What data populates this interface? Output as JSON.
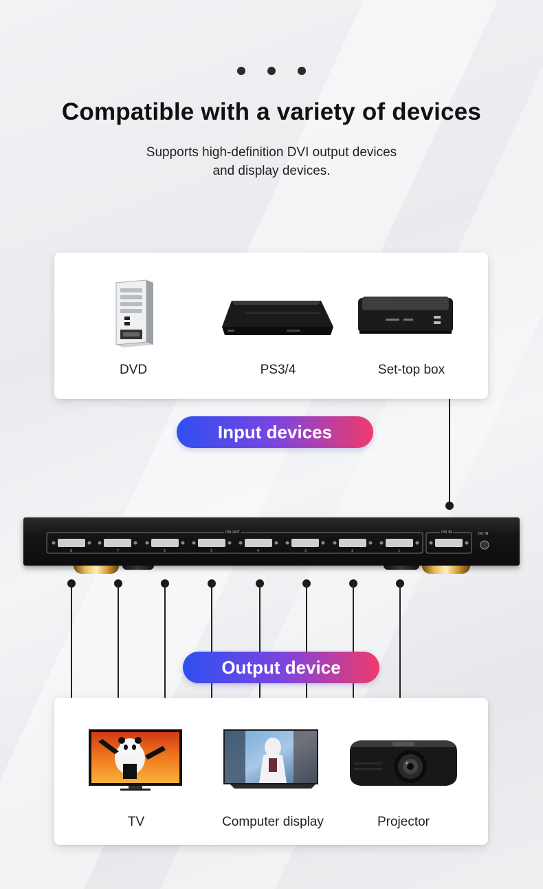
{
  "header": {
    "title": "Compatible with a variety of devices",
    "subtitle_line1": "Supports high-definition DVI output devices",
    "subtitle_line2": "and display devices."
  },
  "input_section": {
    "label": "Input devices",
    "devices": [
      {
        "name": "DVD",
        "icon": "pc-tower-icon"
      },
      {
        "name": "PS3/4",
        "icon": "game-console-icon"
      },
      {
        "name": "Set-top box",
        "icon": "set-top-box-icon"
      }
    ]
  },
  "switcher": {
    "dvi_out_label": "DVI OUT",
    "dvi_in_label": "DVI IN",
    "dc_in_label": "DC IN",
    "port_numbers": [
      "8",
      "7",
      "6",
      "5",
      "4",
      "3",
      "2",
      "1"
    ]
  },
  "output_section": {
    "label": "Output device",
    "devices": [
      {
        "name": "TV",
        "icon": "tv-icon"
      },
      {
        "name": "Computer display",
        "icon": "monitor-icon"
      },
      {
        "name": "Projector",
        "icon": "projector-icon"
      }
    ]
  },
  "colors": {
    "pill_gradient_start": "#2f4ff0",
    "pill_gradient_mid": "#7a45e0",
    "pill_gradient_end": "#f03a6c"
  }
}
